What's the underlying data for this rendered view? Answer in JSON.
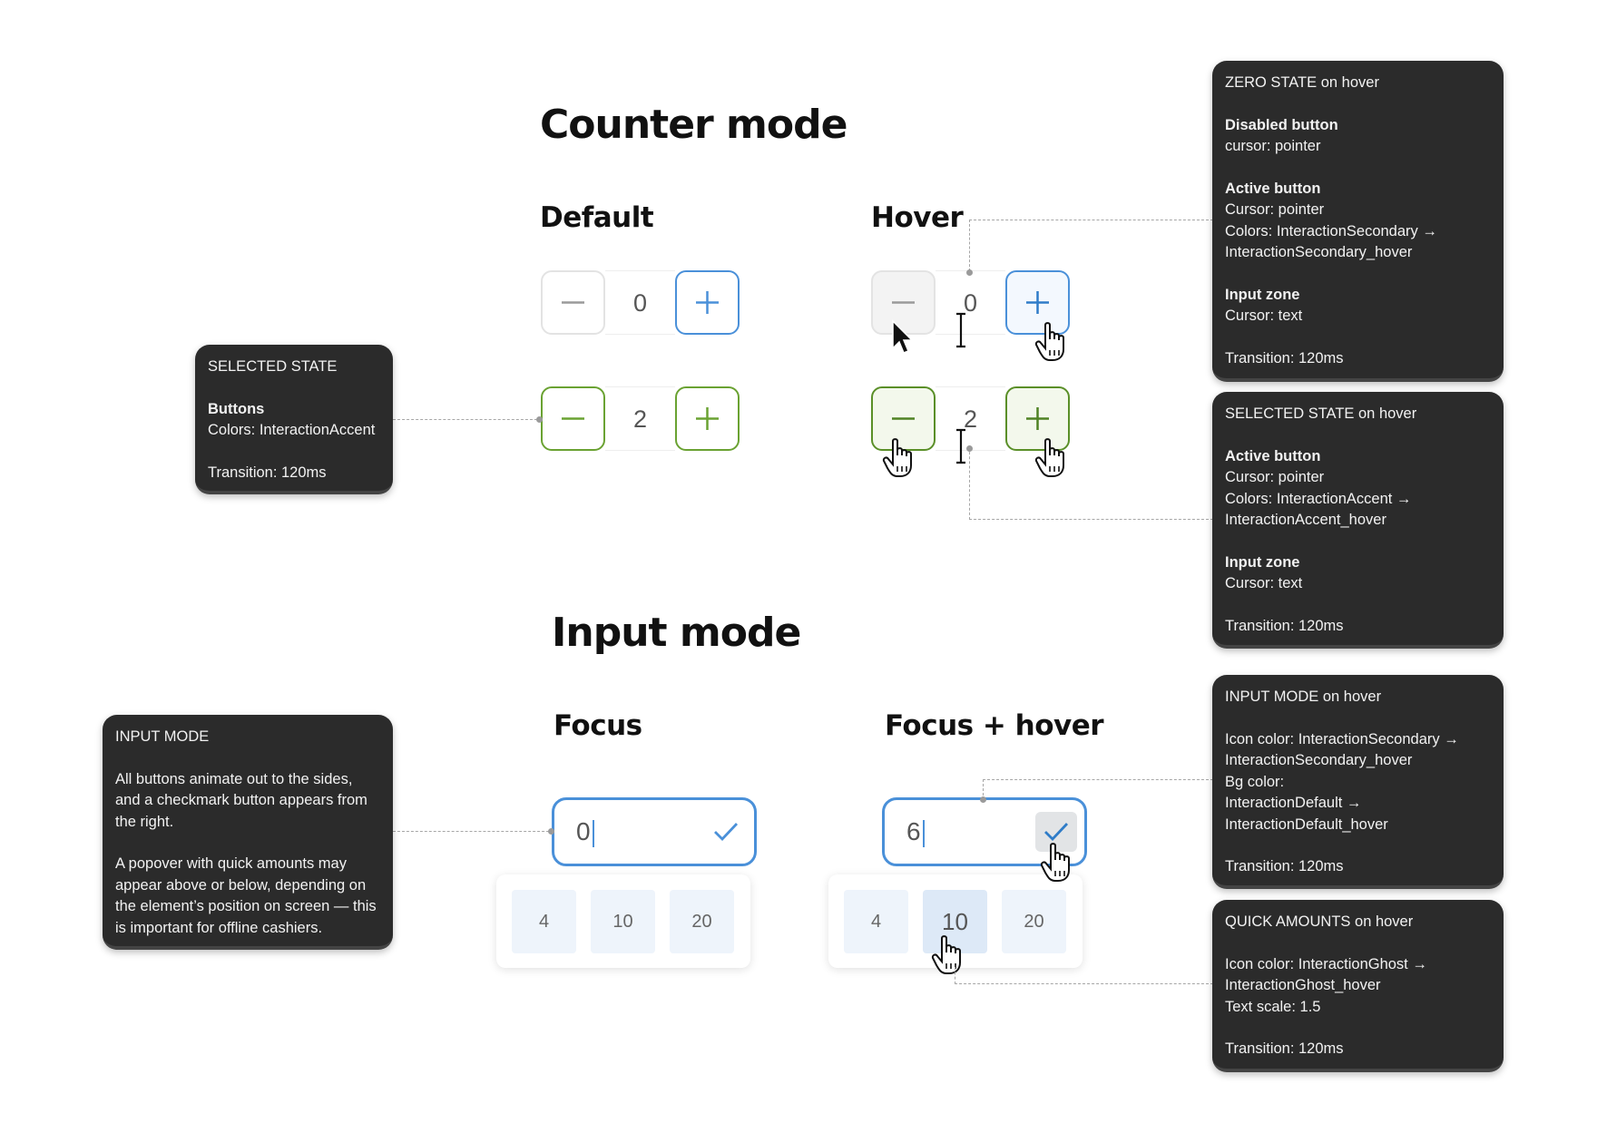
{
  "counter_mode": {
    "title": "Counter mode",
    "default_label": "Default",
    "hover_label": "Hover",
    "zero_value": "0",
    "selected_value": "2"
  },
  "input_mode": {
    "title": "Input mode",
    "focus_label": "Focus",
    "focus_hover_label": "Focus + hover",
    "focus_value": "0",
    "focus_hover_value": "6",
    "quick_amounts": [
      "4",
      "10",
      "20"
    ]
  },
  "notes": {
    "selected_state": {
      "title": "SELECTED STATE",
      "h1": "Buttons",
      "l1": "Colors: InteractionAccent",
      "l2": "Transition: 120ms"
    },
    "input_mode": {
      "title": "INPUT MODE",
      "p1": "All buttons animate out to the sides, and a checkmark button appears from the right.",
      "p2": "A popover with quick amounts may appear above or below, depending on the element’s position on screen — this is important for offline cashiers."
    },
    "zero_hover": {
      "title": "ZERO STATE on hover",
      "h1": "Disabled button",
      "l1": "cursor: pointer",
      "h2": "Active button",
      "l2": "Cursor: pointer",
      "l3": "Colors: InteractionSecondary →",
      "l4": "InteractionSecondary_hover",
      "h3": "Input zone",
      "l5": "Cursor: text",
      "l6": "Transition: 120ms"
    },
    "selected_hover": {
      "title": "SELECTED STATE on hover",
      "h1": "Active button",
      "l1": "Cursor: pointer",
      "l2": "Colors: InteractionAccent →",
      "l3": "InteractionAccent_hover",
      "h2": "Input zone",
      "l4": "Cursor: text",
      "l5": "Transition: 120ms"
    },
    "input_hover": {
      "title": "INPUT MODE on hover",
      "l1": "Icon color: InteractionSecondary →",
      "l2": "InteractionSecondary_hover",
      "l3": "Bg color:",
      "l4": "InteractionDefault →",
      "l5": "InteractionDefault_hover",
      "l6": "Transition: 120ms"
    },
    "quick_hover": {
      "title": "QUICK AMOUNTS on hover",
      "l1": "Icon color: InteractionGhost →",
      "l2": "InteractionGhost_hover",
      "l3": "Text scale: 1.5",
      "l4": "Transition: 120ms"
    }
  },
  "colors": {
    "secondary": "#4a90d9",
    "accent": "#6aa232",
    "note_bg": "#2b2b2b"
  }
}
